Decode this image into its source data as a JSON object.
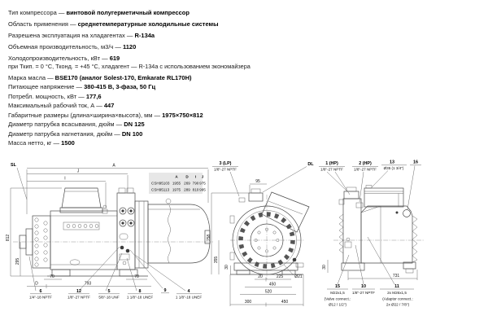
{
  "specs": {
    "items": [
      {
        "label": "Тип компрессора — ",
        "value": "винтовой полугерметичный компрессор"
      },
      {
        "label": "Область применения — ",
        "value": "среднетемпературные холодильные системы"
      },
      {
        "label": "Разрешена эксплуатация на хладагентах — ",
        "value": "R-134a"
      },
      {
        "label": "Объемная производительность, м3/ч — ",
        "value": "1120"
      },
      {
        "label": "Холодопроизводительность, кВт — ",
        "value": "619",
        "note": "при Ткип. = 0 °С, Тконд. = +45 °С, хладагент — R-134a с использованием экономайзера"
      },
      {
        "label": "Марка масла — ",
        "value": "BSE170 (аналог Solest-170, Emkarate RL170H)"
      },
      {
        "label": "Питающее напряжение — ",
        "value": "380-415 В, 3-фаза, 50 Гц"
      },
      {
        "label": "Потребл. мощность, кВт — ",
        "value": "177,6"
      },
      {
        "label": "Максимальный рабочий ток, А — ",
        "value": "447"
      },
      {
        "label": "Габаритные размеры (длина×ширина×высота), мм — ",
        "value": "1975×750×812"
      },
      {
        "label": "Диаметр патрубка всасывания, дюйм — ",
        "value": "DN 125"
      },
      {
        "label": "Диаметр патрубка нагнетания, дюйм — ",
        "value": "DN 100"
      },
      {
        "label": "Масса нетто, кг — ",
        "value": "1500"
      }
    ]
  },
  "drawing": {
    "model_table": {
      "headers": [
        "A",
        "D",
        "I",
        "J"
      ],
      "rows": [
        {
          "model": "CSH95103",
          "A": "1955",
          "D": "269",
          "I": "790",
          "J": "975"
        },
        {
          "model": "CSH95113",
          "A": "1975",
          "D": "289",
          "I": "810",
          "J": "995"
        }
      ]
    },
    "labels": {
      "sl": "SL",
      "dl": "DL",
      "dim_a": "A",
      "dim_j": "J",
      "dim_i": "I"
    },
    "dims": {
      "h812": "812",
      "h295": "295",
      "h758": "758",
      "h355": "355",
      "v30a": "30",
      "v30b": "30",
      "d70a": "70",
      "d70b": "70",
      "dd": "D",
      "d793": "793",
      "d95": "95",
      "d20": "20",
      "d225": "225",
      "dia21": "Ø21",
      "d450a": "450",
      "d520": "520",
      "d300": "300",
      "d450b": "450",
      "d731": "731"
    },
    "callouts": {
      "lp3": {
        "num": "3 (LP)",
        "spec": "1/8\"-27 NPTF"
      },
      "hp1": {
        "num": "1 (HP)",
        "spec": "1/8\"-27 NPTF"
      },
      "hp2": {
        "num": "2 (HP)",
        "spec": "1/8\"-27 NPTF"
      },
      "c13": {
        "num": "13",
        "spec": "Ø35 (1 3/4\")"
      },
      "c16": {
        "num": "16"
      },
      "c6": {
        "num": "6",
        "spec": "1/4\"-18 NPTF"
      },
      "c12": {
        "num": "12",
        "spec": "1/8\"-27 NPTF"
      },
      "c5": {
        "num": "5",
        "spec": "5/8\"-18 UNF"
      },
      "c8": {
        "num": "8",
        "spec": "1 1/8\"-18 UNEF"
      },
      "c9": {
        "num": "9"
      },
      "c4": {
        "num": "4",
        "spec": "1 1/8\"-18 UNEF"
      },
      "c15": {
        "num": "15",
        "spec": "M22x1,5",
        "note1": "(Valve connect.:",
        "note2": "Ø12 / 1/2\")"
      },
      "c10": {
        "num": "10",
        "spec": "1/8\"-27 NPTF"
      },
      "c11": {
        "num": "11",
        "spec": "2x M26x1,5",
        "note1": "(Adaptor connect.:",
        "note2": "2x Ø22 / 7/8\")"
      }
    }
  }
}
